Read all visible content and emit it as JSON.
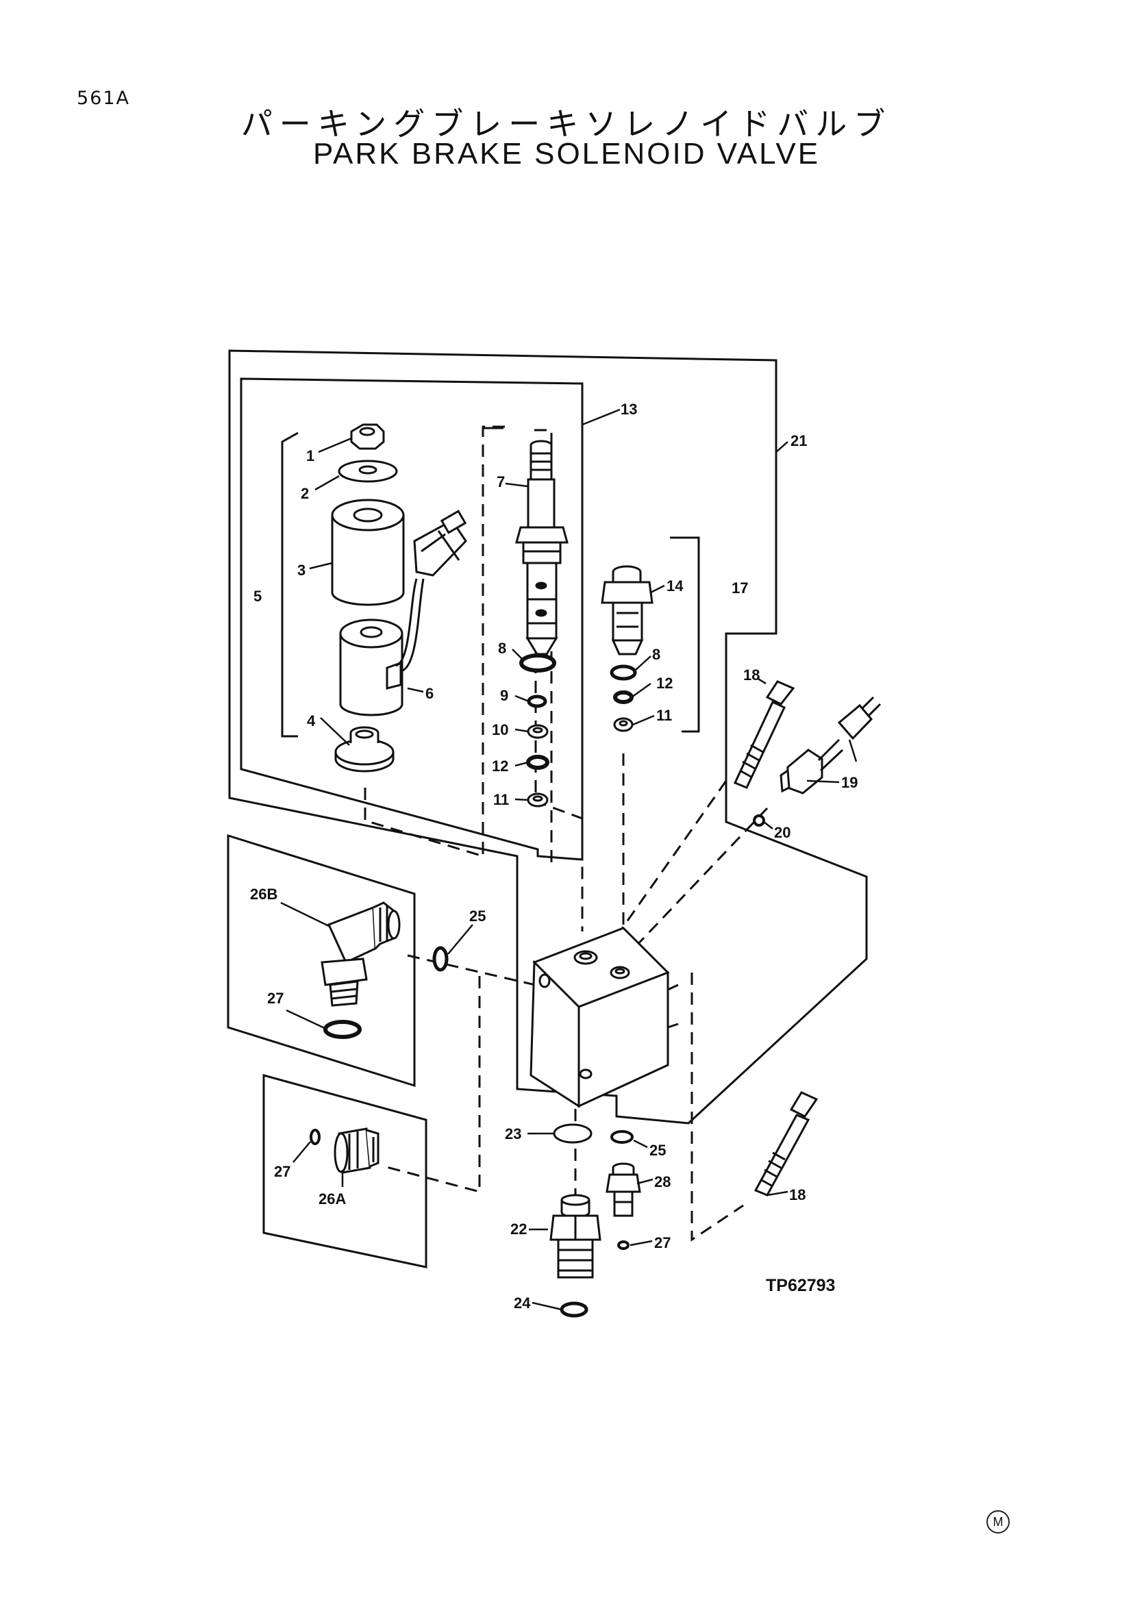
{
  "header": {
    "page_code": "561A",
    "title_jp": "パーキングブレーキソレノイドバルブ",
    "title_en": "PARK BRAKE SOLENOID VALVE"
  },
  "drawing_code": "TP62793",
  "mark": "M",
  "callouts": {
    "p1": "1",
    "p2": "2",
    "p3": "3",
    "p4": "4",
    "p5": "5",
    "p6": "6",
    "p7": "7",
    "p8a": "8",
    "p8b": "8",
    "p9": "9",
    "p10": "10",
    "p11a": "11",
    "p11b": "11",
    "p12a": "12",
    "p12b": "12",
    "p13": "13",
    "p14": "14",
    "p17": "17",
    "p18a": "18",
    "p18b": "18",
    "p19": "19",
    "p20": "20",
    "p21": "21",
    "p22": "22",
    "p23": "23",
    "p24": "24",
    "p25a": "25",
    "p25b": "25",
    "p26a": "26A",
    "p26b": "26B",
    "p27a": "27",
    "p27b": "27",
    "p27c": "27",
    "p28": "28"
  }
}
